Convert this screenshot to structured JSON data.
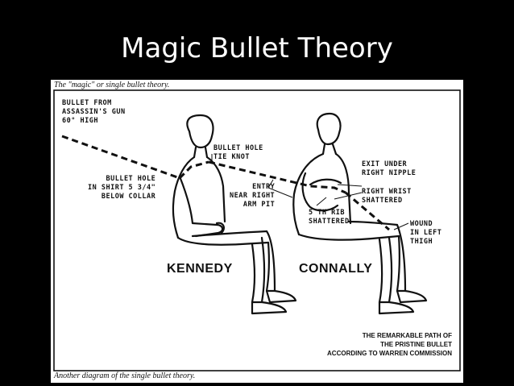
{
  "slide": {
    "title": "Magic Bullet Theory"
  },
  "figure": {
    "caption_top": "The \"magic\" or single bullet theory.",
    "caption_bottom": "Another diagram of the single bullet theory.",
    "labels": {
      "bullet_from": "BULLET FROM\nASSASSIN'S GUN\n60° HIGH",
      "shirt_hole": "BULLET HOLE\nIN SHIRT 5 3/4\"\nBELOW COLLAR",
      "tie_knot": "BULLET HOLE\nTIE KNOT",
      "entry": "ENTRY\nNEAR RIGHT\nARM PIT",
      "exit": "EXIT UNDER\nRIGHT NIPPLE",
      "wrist": "RIGHT WRIST\nSHATTERED",
      "rib": "5 TH RIB\nSHATTERED",
      "thigh": "WOUND\nIN LEFT\nTHIGH"
    },
    "names": {
      "kennedy": "KENNEDY",
      "connally": "CONNALLY"
    },
    "note": "THE REMARKABLE PATH OF\nTHE PRISTINE BULLET\nACCORDING TO WARREN COMMISSION"
  }
}
